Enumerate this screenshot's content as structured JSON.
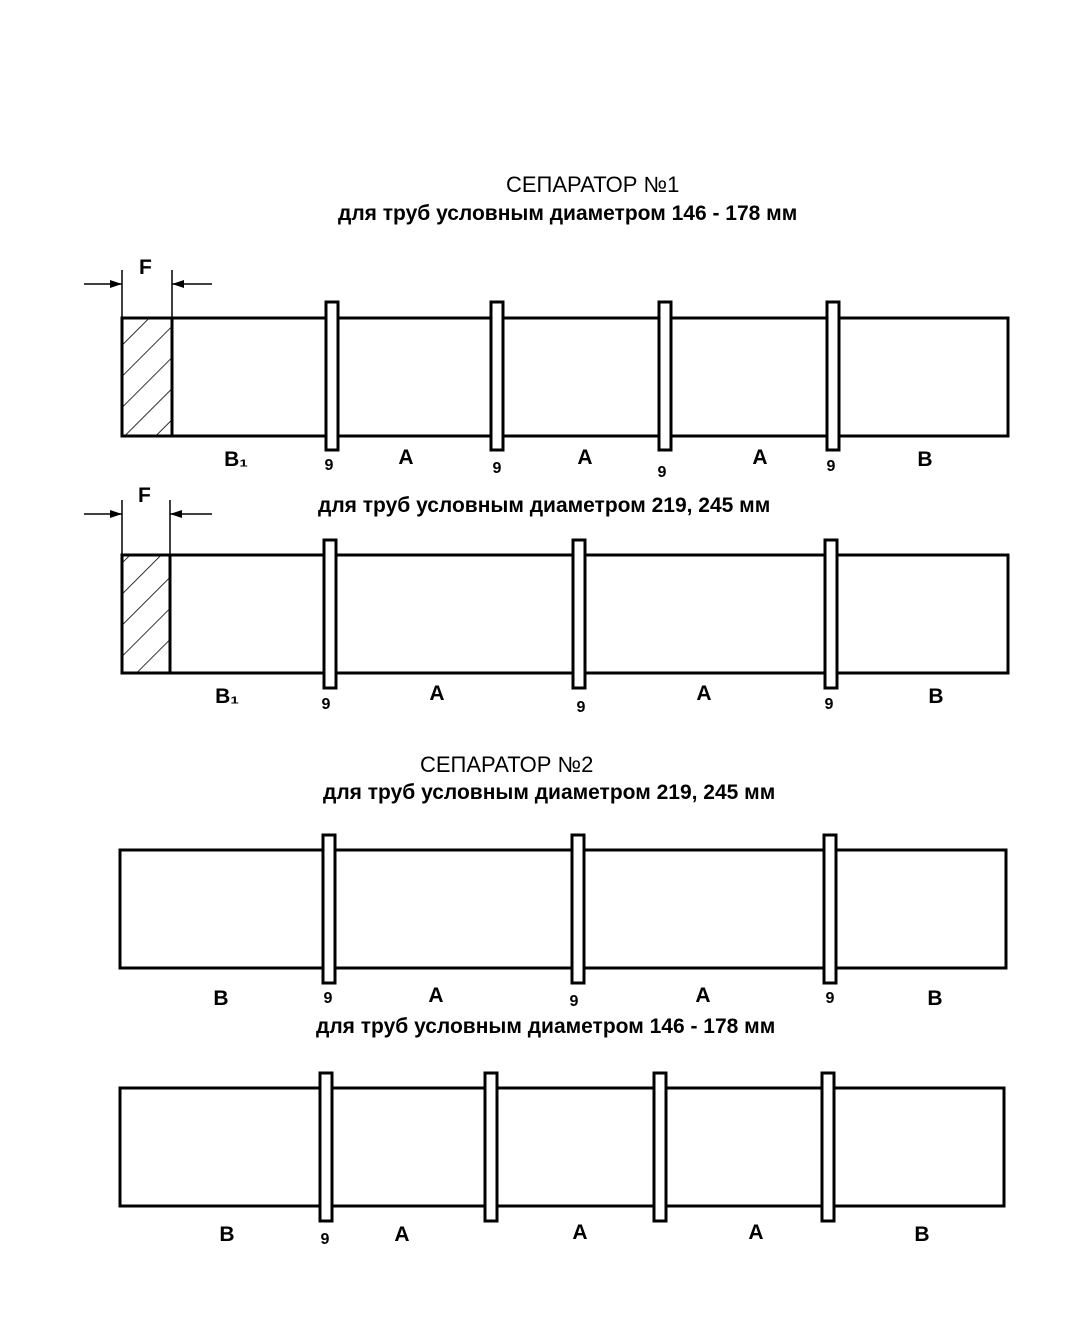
{
  "separator1": {
    "title": "СЕПАРАТОР №1",
    "variants": [
      {
        "subtitle": "для труб условным диаметром 146 - 178 мм",
        "dimension_label": "F",
        "segment_labels": [
          "B₁",
          "A",
          "A",
          "A",
          "B"
        ],
        "ring_labels": [
          "9",
          "9",
          "9",
          "9"
        ]
      },
      {
        "subtitle": "для труб условным  диаметром 219, 245 мм",
        "dimension_label": "F",
        "segment_labels": [
          "B₁",
          "A",
          "A",
          "B"
        ],
        "ring_labels": [
          "9",
          "9",
          "9"
        ]
      }
    ]
  },
  "separator2": {
    "title": "СЕПАРАТОР №2",
    "variants": [
      {
        "subtitle": "для труб условным  диаметром 219, 245 мм",
        "segment_labels": [
          "B",
          "A",
          "A",
          "B"
        ],
        "ring_labels": [
          "9",
          "9",
          "9"
        ]
      },
      {
        "subtitle": "для труб условным  диаметром 146 - 178 мм",
        "segment_labels": [
          "B",
          "A",
          "A",
          "A",
          "B"
        ],
        "ring_labels": [
          "9"
        ]
      }
    ]
  }
}
